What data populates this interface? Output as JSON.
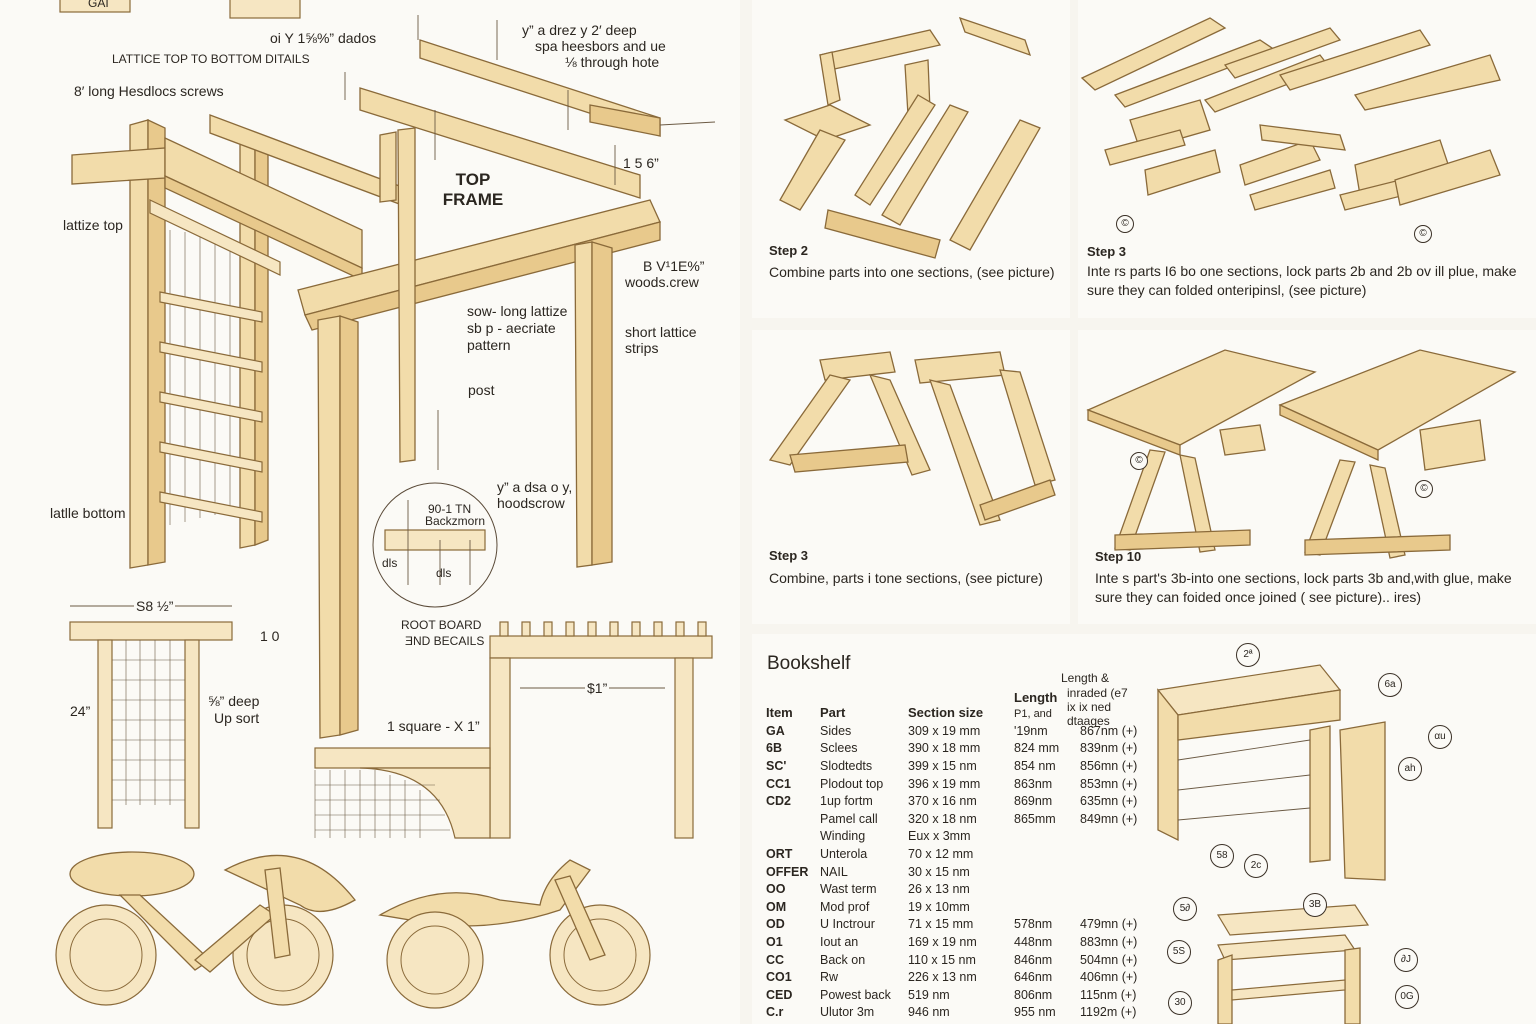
{
  "left_sheet": {
    "top_snippet": "GAI",
    "dados_note": "oi Y 1⅝%” dados",
    "lattice_details_title": "LATTICE TOP TO BOTTOM DITAILS",
    "screws_note": "8′ long Hesdlocs screws",
    "deep_note_line1": "y” a drez  y 2′ deep",
    "deep_note_line2": "spa heesbors and ue",
    "deep_note_line3": "⅛ through hote",
    "dim_158": "1 5 6”",
    "top_frame_label": "TOP FRAME",
    "screw_right_line1": "B V¹1E%”",
    "screw_right_line2": "woods.crew",
    "lattice_top": "lattize top",
    "long_lattice_line1": "sow- long lattize",
    "long_lattice_line2": "sb p - aecriate",
    "long_lattice_line3": "pattern",
    "short_lattice_line1": "short lattice",
    "short_lattice_line2": "strips",
    "post": "post",
    "lattice_bottom": "latlle bottom",
    "hoodscrew_line1": "y” a dsa o y,",
    "hoodscrew_line2": "hoodscrow",
    "detail_line1": "90-1 TN",
    "detail_line2": "Backzmorn",
    "detail_left": "dls",
    "detail_right": "dls",
    "root_board_line1": "ROOT BOARD",
    "root_board_line2": "ƎND BECAILS",
    "width_dim": "S8 ½”",
    "dim_10": "1 0",
    "height_dim": "24”",
    "upsort_line1": "⅝” deep",
    "upsort_line2": "Up sort",
    "square_note": "1 square - X 1”",
    "span_dim": "$1”"
  },
  "steps": [
    {
      "title": "Step 2",
      "text": "Combine parts into one sections, (see picture)"
    },
    {
      "title": "Step 3",
      "text": "Inte rs parts I6 bo one sections, lock parts 2b and 2b ov ill plue, make sure they can folded onteripinsl, (see picture)"
    },
    {
      "title": "Step 3",
      "text": "Combine, parts i  tone sections, (see picture)"
    },
    {
      "title": "Step 10",
      "text": "Inte s  part's 3b-into one sections, lock parts 3b and,with glue, make sure they can foided once joined  ( see picture)..  ires)"
    }
  ],
  "bookshelf": {
    "title": "Bookshelf",
    "headers": {
      "item": "Item",
      "part": "Part",
      "section": "Section size",
      "length": "Length",
      "length_sub": "P1, and",
      "length2_line1": "Length &",
      "length2_line2": "inraded (e7",
      "length2_line3": "ix ix ned",
      "length2_line4": "dtaages"
    },
    "rows": [
      {
        "id": "GA",
        "part": "Sides",
        "section": "309 x 19 mm",
        "length": "'19nm",
        "length2": "867nm (+)"
      },
      {
        "id": "6B",
        "part": "Sclees",
        "section": "390 x 18 mm",
        "length": "824 mm",
        "length2": "839nm (+)"
      },
      {
        "id": "SC'",
        "part": "Slodtedts",
        "section": "399 x 15 nm",
        "length": "854 nm",
        "length2": "856mn (+)"
      },
      {
        "id": "CC1",
        "part": "Plodout top",
        "section": "396 x 19 mm",
        "length": "863nm",
        "length2": "853mn (+)"
      },
      {
        "id": "CD2",
        "part": "1up fortm",
        "section": "370 x 16 nm",
        "length": "869nm",
        "length2": "635mn (+)"
      },
      {
        "id": "",
        "part": "Pamel call",
        "section": "320 x 18 nm",
        "length": "865mm",
        "length2": "849mn (+)"
      },
      {
        "id": "",
        "part": "Winding",
        "section": "Eux x 3mm",
        "length": "",
        "length2": ""
      },
      {
        "id": "ORT",
        "part": "Unterola",
        "section": "70 x 12 mm",
        "length": "",
        "length2": ""
      },
      {
        "id": "OFFER",
        "part": "NAIL",
        "section": "30 x 15 nm",
        "length": "",
        "length2": ""
      },
      {
        "id": "OO",
        "part": "Wast term",
        "section": "26 x 13 nm",
        "length": "",
        "length2": ""
      },
      {
        "id": "OM",
        "part": "Mod prof",
        "section": "19 x 10mm",
        "length": "",
        "length2": ""
      },
      {
        "id": "OD",
        "part": "U Inctrour",
        "section": "71 x 15 mm",
        "length": "578nm",
        "length2": "479mn (+)"
      },
      {
        "id": "O1",
        "part": "Iout  an",
        "section": "169 x 19 nm",
        "length": "448nm",
        "length2": "883mn (+)"
      },
      {
        "id": "CC",
        "part": "Back on",
        "section": "110 x 15 nm",
        "length": "846nm",
        "length2": "504mn (+)"
      },
      {
        "id": "CO1",
        "part": "Rw",
        "section": "226 x 13 nm",
        "length": "646nm",
        "length2": "406mn (+)"
      },
      {
        "id": "CED",
        "part": "Powest back",
        "section": "519 nm",
        "length": "806nm",
        "length2": "115nm (+)"
      },
      {
        "id": "C.r",
        "part": "Ulutor 3m",
        "section": "946 nm",
        "length": "955 nm",
        "length2": "1192m (+)"
      }
    ],
    "callouts_top": [
      "2ª",
      "6a",
      "αu",
      "ah",
      "58",
      "2c"
    ],
    "callouts_bottom": [
      "5∂",
      "3B",
      "5S",
      "∂J",
      "30",
      "0G"
    ]
  },
  "figure_numbers": [
    "©",
    "©",
    "©",
    "©"
  ],
  "colors": {
    "wood_light": "#f2dcaa",
    "wood_mid": "#e8c98c",
    "outline": "#8a6a3a",
    "paper": "#fbfaf6"
  }
}
